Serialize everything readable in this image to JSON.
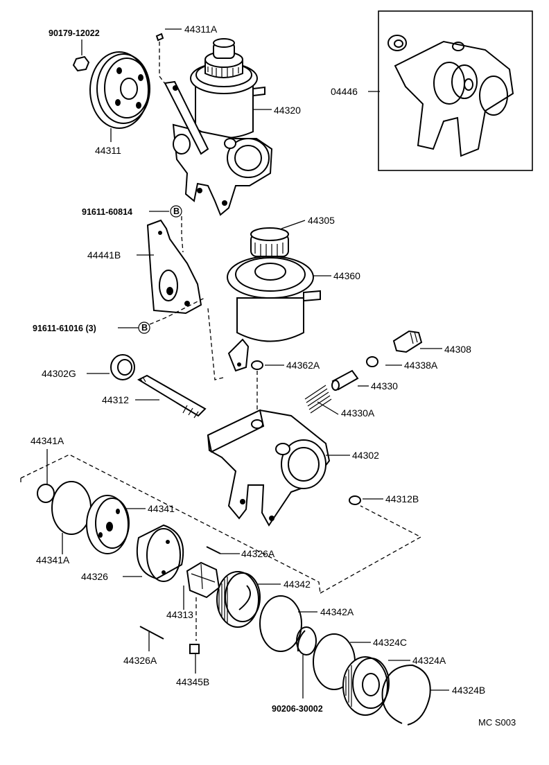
{
  "labels": {
    "p90179": "90179-12022",
    "p44311A": "44311A",
    "p44311": "44311",
    "p44320": "44320",
    "p04446": "04446",
    "p91611_60814": "91611-60814",
    "p44441B": "44441B",
    "p91611_61016": "91611-61016 (3)",
    "p44305": "44305",
    "p44360": "44360",
    "p44308": "44308",
    "p44302G": "44302G",
    "p44362A": "44362A",
    "p44338A": "44338A",
    "p44330": "44330",
    "p44312": "44312",
    "p44330A": "44330A",
    "p44341A_top": "44341A",
    "p44302": "44302",
    "p44341": "44341",
    "p44312B": "44312B",
    "p44341A_bot": "44341A",
    "p44326A_top": "44326A",
    "p44326": "44326",
    "p44342": "44342",
    "p44313": "44313",
    "p44342A": "44342A",
    "p44324C": "44324C",
    "p44324A": "44324A",
    "p44326A_bot": "44326A",
    "p44345B": "44345B",
    "p44324B": "44324B",
    "p90206": "90206-30002",
    "code": "MC S003"
  },
  "markers": {
    "b_top": "B",
    "b_bot": "B"
  }
}
